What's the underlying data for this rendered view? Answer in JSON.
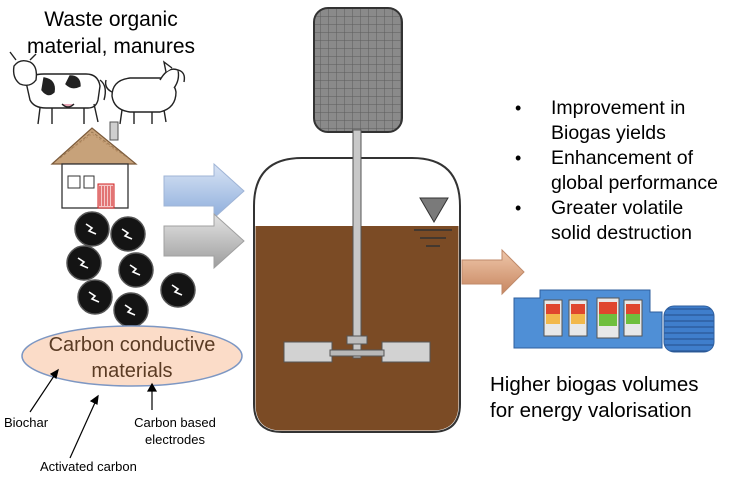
{
  "inputs_title": "Waste organic\nmaterial, manures",
  "bullets": [
    "Improvement in Biogas yields",
    "Enhancement of global performance",
    "Greater volatile solid destruction"
  ],
  "bullet_lines": [
    [
      "Improvement in",
      "Biogas yields"
    ],
    [
      "Enhancement of",
      "global performance"
    ],
    [
      "Greater volatile",
      "solid destruction"
    ]
  ],
  "outcome_lines": [
    "Higher biogas volumes",
    "for energy valorisation"
  ],
  "ccm_lines": [
    "Carbon conductive",
    "materials"
  ],
  "labels": {
    "biochar": "Biochar",
    "activated_carbon": "Activated carbon",
    "carbon_electrodes_1": "Carbon based",
    "carbon_electrodes_2": "electrodes"
  },
  "colors": {
    "sludge": "#7b4b25",
    "motor": "#808080",
    "arrow_blue": "#a7c0e4",
    "arrow_gray": "#b0b0b0",
    "arrow_tan": "#d59a78",
    "ellipse_fill": "#fbdcc8",
    "ellipse_stroke": "#7d97c3",
    "text_brown": "#5a3b24"
  }
}
